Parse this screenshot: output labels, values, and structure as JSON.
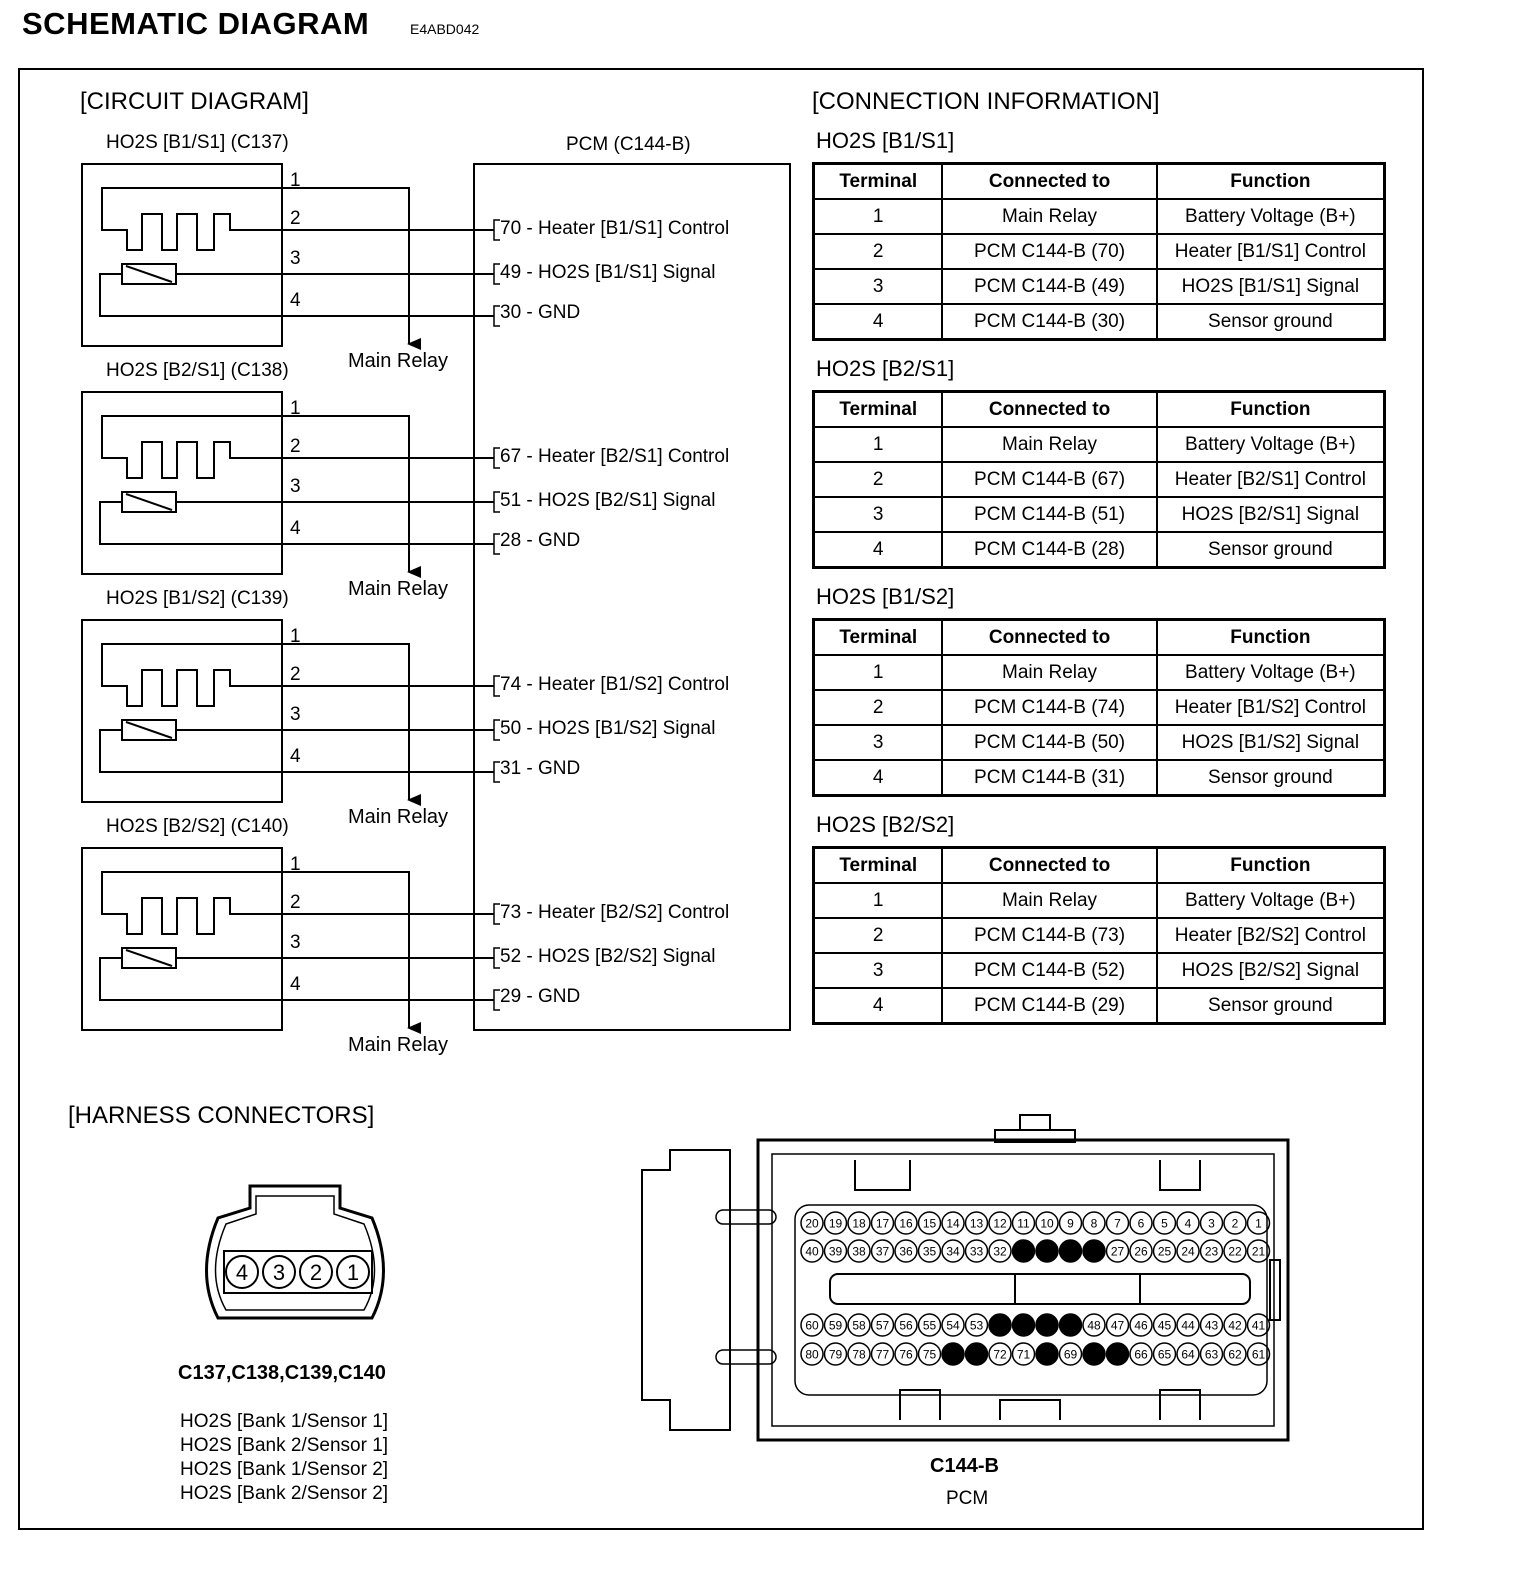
{
  "header": {
    "title": "SCHEMATIC DIAGRAM",
    "code": "E4ABD042"
  },
  "circuit": {
    "section_label": "[CIRCUIT DIAGRAM]",
    "pcm_label": "PCM (C144-B)",
    "sensors": [
      {
        "title": "HO2S [B1/S1] (C137)",
        "relay": "Main Relay",
        "pins": [
          "1",
          "2",
          "3",
          "4"
        ],
        "pcm_pins": [
          "70 - Heater [B1/S1] Control",
          "49 - HO2S [B1/S1] Signal",
          "30 - GND"
        ]
      },
      {
        "title": "HO2S [B2/S1] (C138)",
        "relay": "Main Relay",
        "pins": [
          "1",
          "2",
          "3",
          "4"
        ],
        "pcm_pins": [
          "67 - Heater [B2/S1] Control",
          "51 - HO2S [B2/S1] Signal",
          "28 - GND"
        ]
      },
      {
        "title": "HO2S [B1/S2] (C139)",
        "relay": "Main Relay",
        "pins": [
          "1",
          "2",
          "3",
          "4"
        ],
        "pcm_pins": [
          "74 - Heater [B1/S2] Control",
          "50 - HO2S [B1/S2] Signal",
          "31 - GND"
        ]
      },
      {
        "title": "HO2S [B2/S2] (C140)",
        "relay": "Main Relay",
        "pins": [
          "1",
          "2",
          "3",
          "4"
        ],
        "pcm_pins": [
          "73 - Heater [B2/S2] Control",
          "52 - HO2S [B2/S2] Signal",
          "29 - GND"
        ]
      }
    ]
  },
  "connection": {
    "section_label": "[CONNECTION INFORMATION]",
    "headers": [
      "Terminal",
      "Connected to",
      "Function"
    ],
    "tables": [
      {
        "title": "HO2S [B1/S1]",
        "rows": [
          [
            "1",
            "Main Relay",
            "Battery Voltage (B+)"
          ],
          [
            "2",
            "PCM C144-B (70)",
            "Heater [B1/S1] Control"
          ],
          [
            "3",
            "PCM C144-B (49)",
            "HO2S [B1/S1] Signal"
          ],
          [
            "4",
            "PCM C144-B (30)",
            "Sensor ground"
          ]
        ]
      },
      {
        "title": "HO2S [B2/S1]",
        "rows": [
          [
            "1",
            "Main Relay",
            "Battery Voltage (B+)"
          ],
          [
            "2",
            "PCM C144-B (67)",
            "Heater [B2/S1] Control"
          ],
          [
            "3",
            "PCM C144-B (51)",
            "HO2S [B2/S1] Signal"
          ],
          [
            "4",
            "PCM C144-B (28)",
            "Sensor ground"
          ]
        ]
      },
      {
        "title": "HO2S [B1/S2]",
        "rows": [
          [
            "1",
            "Main Relay",
            "Battery Voltage (B+)"
          ],
          [
            "2",
            "PCM C144-B (74)",
            "Heater [B1/S2] Control"
          ],
          [
            "3",
            "PCM C144-B (50)",
            "HO2S [B1/S2] Signal"
          ],
          [
            "4",
            "PCM C144-B (31)",
            "Sensor ground"
          ]
        ]
      },
      {
        "title": "HO2S [B2/S2]",
        "rows": [
          [
            "1",
            "Main Relay",
            "Battery Voltage (B+)"
          ],
          [
            "2",
            "PCM C144-B (73)",
            "Heater [B2/S2] Control"
          ],
          [
            "3",
            "PCM C144-B (52)",
            "HO2S [B2/S2] Signal"
          ],
          [
            "4",
            "PCM C144-B (29)",
            "Sensor ground"
          ]
        ]
      }
    ]
  },
  "harness": {
    "section_label": "[HARNESS CONNECTORS]",
    "small_connector": {
      "pins": [
        "4",
        "3",
        "2",
        "1"
      ],
      "caption": "C137,C138,C139,C140",
      "descriptions": [
        "HO2S [Bank 1/Sensor 1]",
        "HO2S [Bank 2/Sensor 1]",
        "HO2S [Bank 1/Sensor 2]",
        "HO2S [Bank 2/Sensor 2]"
      ]
    },
    "pcm_connector": {
      "caption": "C144-B",
      "subcaption": "PCM",
      "rows": [
        [
          "20",
          "19",
          "18",
          "17",
          "16",
          "15",
          "14",
          "13",
          "12",
          "11",
          "10",
          "9",
          "8",
          "7",
          "6",
          "5",
          "4",
          "3",
          "2",
          "1"
        ],
        [
          "40",
          "39",
          "38",
          "37",
          "36",
          "35",
          "34",
          "33",
          "32",
          "",
          "",
          "",
          "",
          "27",
          "26",
          "25",
          "24",
          "23",
          "22",
          "21"
        ],
        [
          "60",
          "59",
          "58",
          "57",
          "56",
          "55",
          "54",
          "53",
          "",
          "",
          "",
          "",
          "48",
          "47",
          "46",
          "45",
          "44",
          "43",
          "42",
          "41"
        ],
        [
          "80",
          "79",
          "78",
          "77",
          "76",
          "75",
          "",
          "",
          "72",
          "71",
          "",
          "69",
          "",
          "",
          "66",
          "65",
          "64",
          "63",
          "62",
          "61"
        ]
      ]
    }
  }
}
